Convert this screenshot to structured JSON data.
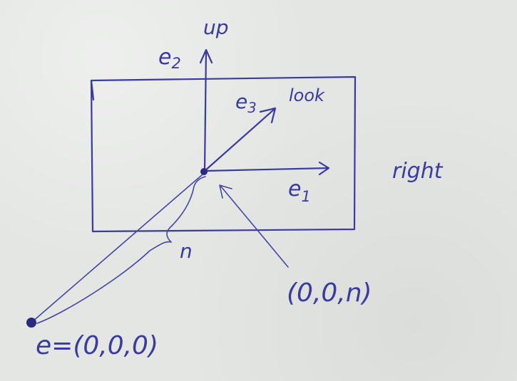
{
  "labels": {
    "up": "up",
    "e2_base": "e",
    "e2_sub": "2",
    "e3_base": "e",
    "e3_sub": "3",
    "look": "look",
    "right": "right",
    "e1_base": "e",
    "e1_sub": "1",
    "n": "n",
    "point_center": "(0,0,n)",
    "point_eye": "e=(0,0,0)"
  },
  "colors": {
    "ink": "#3a3aa0",
    "paper": "#e4e6e4"
  }
}
